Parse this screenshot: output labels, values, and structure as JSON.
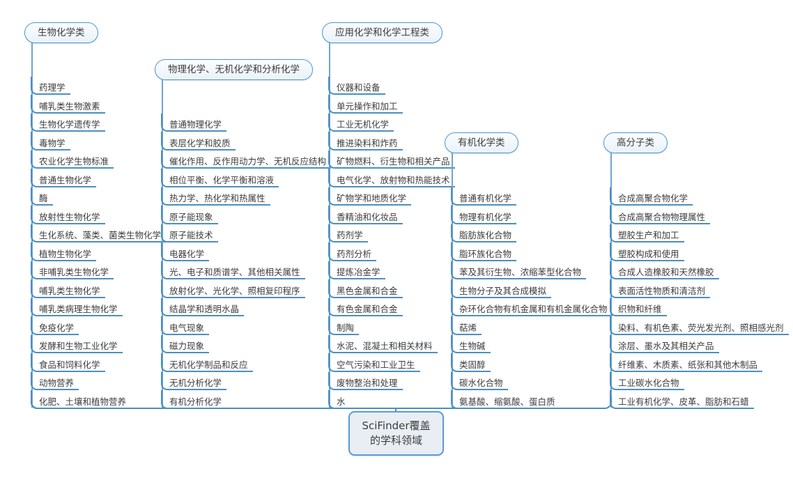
{
  "root": {
    "label_line1": "SciFinder覆盖",
    "label_line2": "的学科领域"
  },
  "branches": [
    {
      "title": "生物化学类",
      "items": [
        "药理学",
        "哺乳类生物激素",
        "生物化学遗传学",
        "毒物学",
        "农业化学生物标准",
        "普通生物化学",
        "酶",
        "放射性生物化学",
        "生化系统、藻类、菌类生物化学",
        "植物生物化学",
        "非哺乳类生物化学",
        "哺乳类生物化学",
        "哺乳类病理生物化学",
        "免疫化学",
        "发酵和生物工业化学",
        "食品和饲料化学",
        "动物营养",
        "化肥、土壤和植物营养"
      ]
    },
    {
      "title": "物理化学、无机化学和分析化学",
      "items": [
        "普通物理化学",
        "表层化学和胶质",
        "催化作用、反作用动力学、无机反应结构",
        "相位平衡、化学平衡和溶液",
        "热力学、热化学和热属性",
        "原子能现象",
        "原子能技术",
        "电器化学",
        "光、电子和质谱学、其他相关属性",
        "放射化学、光化学、照相复印程序",
        "结晶学和透明水晶",
        "电气现象",
        "磁力现象",
        "无机化学制品和反应",
        "无机分析化学",
        "有机分析化学"
      ]
    },
    {
      "title": "应用化学和化学工程类",
      "items": [
        "仪器和设备",
        "单元操作和加工",
        "工业无机化学",
        "推进染料和炸药",
        "矿物燃料、衍生物和相关产品",
        "电气化学、放射物和热能技术",
        "矿物学和地质化学",
        "香精油和化妆品",
        "药剂学",
        "药剂分析",
        "提炼冶金学",
        "黑色金属和合金",
        "有色金属和合金",
        "制陶",
        "水泥、混凝土和相关材料",
        "空气污染和工业卫生",
        "废物整治和处理",
        "水"
      ]
    },
    {
      "title": "有机化学类",
      "items": [
        "普通有机化学",
        "物理有机化学",
        "脂肪族化合物",
        "脂环族化合物",
        "苯及其衍生物、浓缩苯型化合物",
        "生物分子及其合成模拟",
        "杂环化合物有机金属和有机金属化合物",
        "萜烯",
        "生物碱",
        "类固醇",
        "碳水化合物",
        "氨基酸、缩氨酸、蛋白质"
      ]
    },
    {
      "title": "高分子类",
      "items": [
        "合成高聚合物化学",
        "合成高聚合物物理属性",
        "塑胶生产和加工",
        "塑胶构成和使用",
        "合成人造橡胶和天然橡胶",
        "表面活性物质和清洁剂",
        "织物和纤维",
        "染料、有机色素、荧光发光剂、照相感光剂",
        "涂层、墨水及其相关产品",
        "纤维素、木质素、纸张和其他木制品",
        "工业碳水化合物",
        "工业有机化学、皮革、脂肪和石蜡"
      ]
    }
  ],
  "colors": {
    "line_blue": "#4a8fc3",
    "node_border_blue": "#5b9bd5",
    "capsule_fill": "#eef5fb",
    "root_fill": "#e9eef5",
    "text": "#3c3c3c"
  }
}
